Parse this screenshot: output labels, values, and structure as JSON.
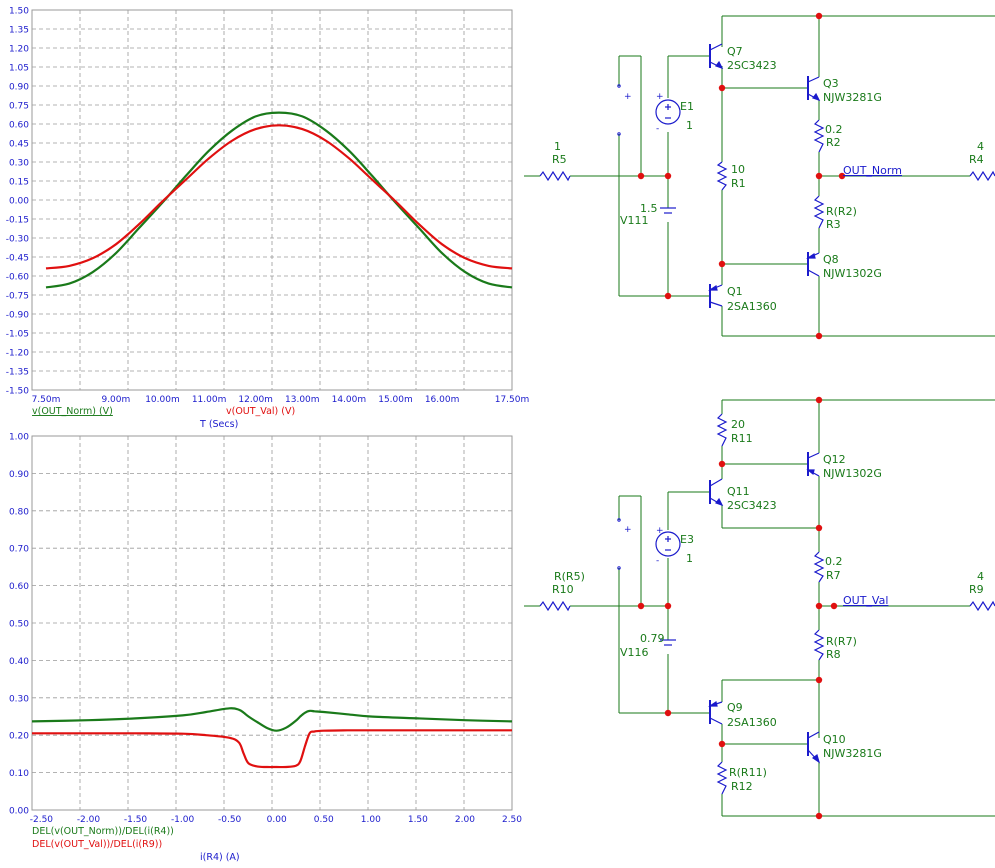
{
  "colors": {
    "series_green": "#1a7a1a",
    "series_red": "#e01010",
    "wire": "#1a7a1a",
    "component_blue": "#1b1bcc",
    "node_red": "#e01010",
    "grid": "#9a9a9a",
    "axis_label": "#1b1bcc"
  },
  "chart_data": [
    {
      "type": "line",
      "x": [
        0.0075,
        0.008,
        0.0085,
        0.009,
        0.0095,
        0.01,
        0.0105,
        0.011,
        0.0115,
        0.012,
        0.0125,
        0.013,
        0.0135,
        0.014,
        0.0145,
        0.015,
        0.0155,
        0.016,
        0.0165,
        0.017,
        0.0175
      ],
      "series": [
        {
          "name": "v(OUT_Norm) (V)",
          "color": "#1a7a1a",
          "values": [
            -0.69,
            -0.66,
            -0.57,
            -0.42,
            -0.22,
            -0.02,
            0.19,
            0.39,
            0.55,
            0.66,
            0.69,
            0.66,
            0.55,
            0.39,
            0.19,
            -0.02,
            -0.22,
            -0.42,
            -0.57,
            -0.66,
            -0.69
          ]
        },
        {
          "name": "v(OUT_Val) (V)",
          "color": "#e01010",
          "values": [
            -0.54,
            -0.52,
            -0.46,
            -0.35,
            -0.19,
            -0.01,
            0.16,
            0.33,
            0.47,
            0.56,
            0.59,
            0.56,
            0.47,
            0.33,
            0.16,
            -0.01,
            -0.19,
            -0.35,
            -0.46,
            -0.52,
            -0.54
          ]
        }
      ],
      "xlim": [
        0.0072,
        0.0175
      ],
      "ylim": [
        -1.5,
        1.5
      ],
      "yticks": [
        "1.50",
        "1.35",
        "1.20",
        "1.05",
        "0.90",
        "0.75",
        "0.60",
        "0.45",
        "0.30",
        "0.15",
        "0.00",
        "-0.15",
        "-0.30",
        "-0.45",
        "-0.60",
        "-0.75",
        "-0.90",
        "-1.05",
        "-1.20",
        "-1.35",
        "-1.50"
      ],
      "xticks": [
        "7.50m",
        "9.00m",
        "10.00m",
        "11.00m",
        "12.00m",
        "13.00m",
        "14.00m",
        "15.00m",
        "16.00m",
        "17.50m"
      ],
      "xlabel": "T (Secs)",
      "legend": [
        "v(OUT_Norm) (V)",
        "v(OUT_Val) (V)"
      ],
      "grid": true
    },
    {
      "type": "line",
      "x": [
        -2.6,
        -2.0,
        -1.5,
        -1.0,
        -0.75,
        -0.5,
        -0.4,
        -0.35,
        -0.3,
        -0.2,
        -0.1,
        0.0,
        0.1,
        0.2,
        0.25,
        0.3,
        0.35,
        0.4,
        0.5,
        0.75,
        1.0,
        1.5,
        2.0,
        2.5
      ],
      "series": [
        {
          "name": "DEL(v(OUT_Norm))/DEL(i(R4))",
          "color": "#1a7a1a",
          "values": [
            0.237,
            0.24,
            0.245,
            0.253,
            0.262,
            0.272,
            0.268,
            0.26,
            0.25,
            0.234,
            0.219,
            0.212,
            0.22,
            0.238,
            0.25,
            0.26,
            0.265,
            0.264,
            0.262,
            0.256,
            0.25,
            0.245,
            0.24,
            0.237
          ]
        },
        {
          "name": "DEL(v(OUT_Val))/DEL(i(R9))",
          "color": "#e01010",
          "values": [
            0.205,
            0.205,
            0.205,
            0.204,
            0.2,
            0.193,
            0.18,
            0.15,
            0.125,
            0.116,
            0.115,
            0.115,
            0.115,
            0.118,
            0.13,
            0.17,
            0.205,
            0.21,
            0.212,
            0.213,
            0.213,
            0.213,
            0.213,
            0.213
          ]
        }
      ],
      "xlim": [
        -2.6,
        2.5
      ],
      "ylim": [
        0.0,
        1.0
      ],
      "yticks": [
        "1.00",
        "0.90",
        "0.80",
        "0.70",
        "0.60",
        "0.50",
        "0.40",
        "0.30",
        "0.20",
        "0.10",
        "0.00"
      ],
      "xticks": [
        "-2.50",
        "-2.00",
        "-1.50",
        "-1.00",
        "-0.50",
        "0.00",
        "0.50",
        "1.00",
        "1.50",
        "2.00",
        "2.50"
      ],
      "xlabel": "i(R4) (A)",
      "legend": [
        "DEL(v(OUT_Norm))/DEL(i(R4))",
        "DEL(v(OUT_Val))/DEL(i(R9))"
      ],
      "grid": true
    }
  ],
  "schematic": {
    "top": {
      "labels": {
        "q7": "Q7",
        "q7_part": "2SC3423",
        "q3": "Q3",
        "q3_part": "NJW3281G",
        "e1": "E1",
        "e1_value": "1",
        "r5_value": "1",
        "r5": "R5",
        "r1_value": "10",
        "r1": "R1",
        "r2_value": "0.2",
        "r2": "R2",
        "out": "OUT_Norm",
        "r4_value": "4",
        "r4": "R4",
        "v111_value": "1.5",
        "v111": "V111",
        "r3_value": "R(R2)",
        "r3": "R3",
        "q8": "Q8",
        "q8_part": "NJW1302G",
        "q1": "Q1",
        "q1_part": "2SA1360"
      }
    },
    "bottom": {
      "labels": {
        "r11_value": "20",
        "r11": "R11",
        "q12": "Q12",
        "q12_part": "NJW1302G",
        "q11": "Q11",
        "q11_part": "2SC3423",
        "e3": "E3",
        "e3_value": "1",
        "r7_value": "0.2",
        "r7": "R7",
        "r10_value": "R(R5)",
        "r10": "R10",
        "out": "OUT_Val",
        "r9_value": "4",
        "r9": "R9",
        "v116_value": "0.79",
        "v116": "V116",
        "r8_value": "R(R7)",
        "r8": "R8",
        "q9": "Q9",
        "q9_part": "2SA1360",
        "q10": "Q10",
        "q10_part": "NJW3281G",
        "r12_value": "R(R11)",
        "r12": "R12"
      }
    }
  }
}
